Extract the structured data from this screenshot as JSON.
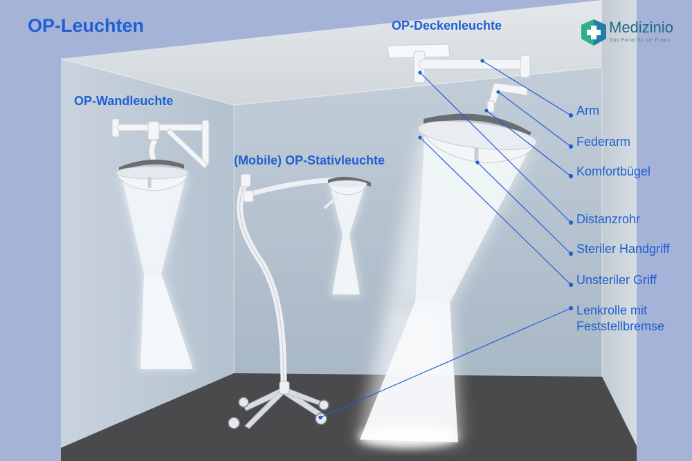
{
  "title": "OP-Leuchten",
  "lamps": {
    "wall": "OP-Wandleuchte",
    "mobile": "(Mobile) OP-Stativleuchte",
    "ceiling": "OP-Deckenleuchte"
  },
  "parts": [
    {
      "id": "arm",
      "lines": [
        "Arm"
      ]
    },
    {
      "id": "federarm",
      "lines": [
        "Federarm"
      ]
    },
    {
      "id": "komfortbuegel",
      "lines": [
        "Komfortbügel"
      ]
    },
    {
      "id": "distanzrohr",
      "lines": [
        "Distanzrohr"
      ]
    },
    {
      "id": "steriler-handgriff",
      "lines": [
        "Steriler Handgriff"
      ]
    },
    {
      "id": "unsteriler-griff",
      "lines": [
        "Unsteriler Griff"
      ]
    },
    {
      "id": "lenkrolle",
      "lines": [
        "Lenkrolle mit",
        "Feststellbremse"
      ]
    }
  ],
  "brand": {
    "name": "Medizinio",
    "tagline": "Das Portal für die Praxis",
    "colors": [
      "#2fae8f",
      "#1f7fa8"
    ]
  },
  "colors": {
    "accent": "#1f5fd1",
    "background": "#a6b3d8",
    "floor": "#4a4a4c"
  }
}
